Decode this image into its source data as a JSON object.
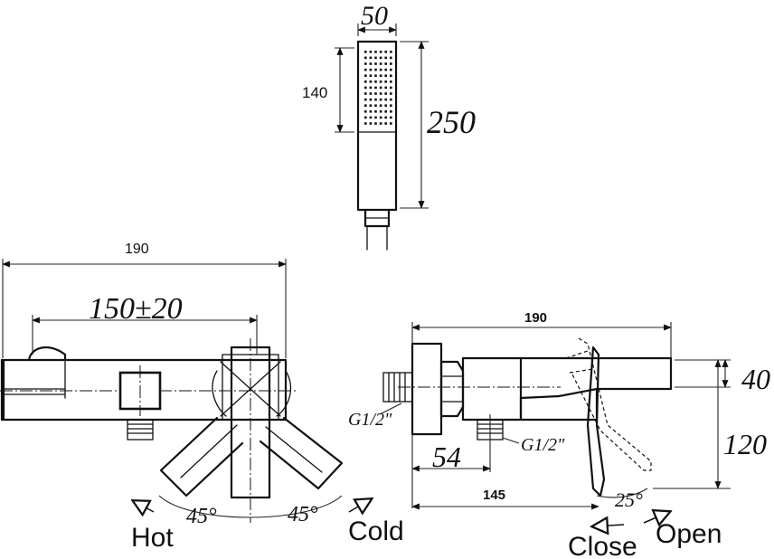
{
  "shower_head": {
    "width": "50",
    "spray_height": "140",
    "height": "250"
  },
  "front_view": {
    "overall_width": "190",
    "centers": "150±20",
    "angle_left": "45°",
    "angle_right": "45°",
    "hot_label": "Hot",
    "cold_label": "Cold"
  },
  "side_view": {
    "overall_depth": "190",
    "outlet_height": "40",
    "total_height": "120",
    "inlet_offset": "54",
    "body_depth": "145",
    "thread_inlet": "G1/2\"",
    "thread_outlet": "G1/2\"",
    "lever_angle": "25°",
    "close_label": "Close",
    "open_label": "Open"
  }
}
